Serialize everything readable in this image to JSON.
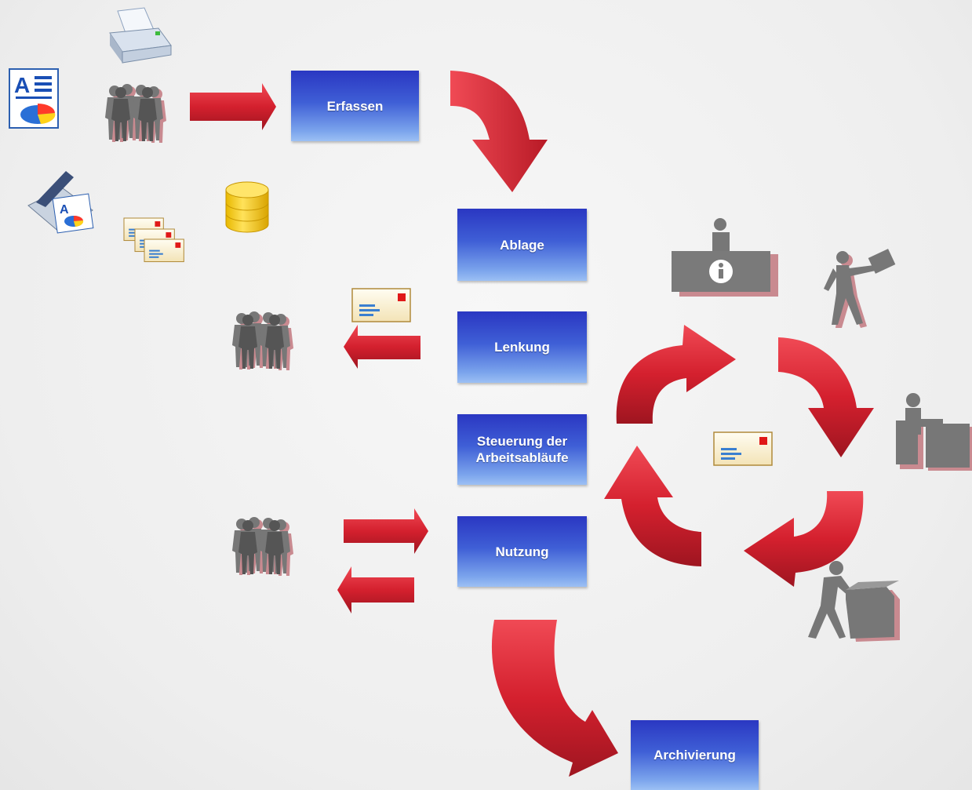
{
  "steps": {
    "erfassen": "Erfassen",
    "ablage": "Ablage",
    "lenkung": "Lenkung",
    "steuerung_line1": "Steuerung der",
    "steuerung_line2": "Arbeitsabläufe",
    "nutzung": "Nutzung",
    "archivierung": "Archivierung"
  },
  "colors": {
    "arrow": "#d4202e",
    "box_top": "#2a37c2",
    "box_bottom": "#9cc0f4",
    "figure": "#7a7a7a"
  },
  "icons": [
    "printer-icon",
    "document-chart-icon",
    "scanner-icon",
    "envelopes-icon",
    "database-icon",
    "people-group-icon",
    "envelope-icon",
    "info-desk-icon",
    "courier-icon",
    "office-worker-icon",
    "packing-worker-icon"
  ]
}
